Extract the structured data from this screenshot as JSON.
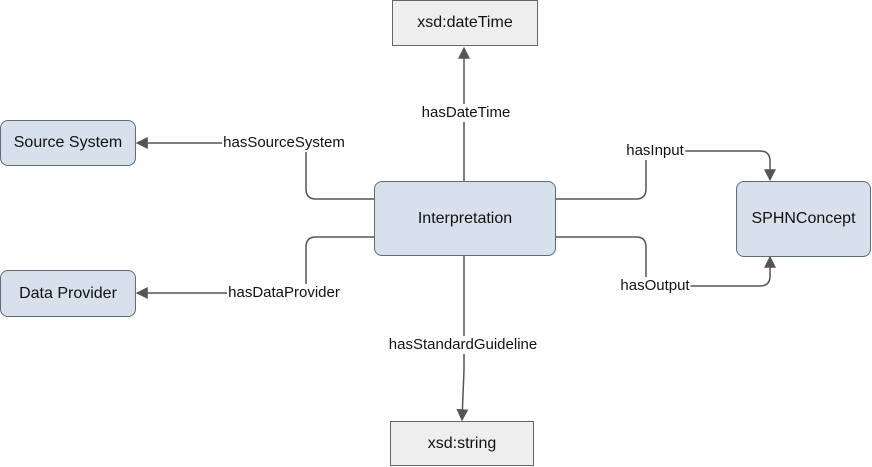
{
  "nodes": {
    "interpretation": "Interpretation",
    "source_system": "Source System",
    "data_provider": "Data Provider",
    "sphn_concept": "SPHNConcept",
    "xsd_datetime": "xsd:dateTime",
    "xsd_string": "xsd:string"
  },
  "edges": {
    "has_date_time": "hasDateTime",
    "has_source_system": "hasSourceSystem",
    "has_data_provider": "hasDataProvider",
    "has_input": "hasInput",
    "has_output": "hasOutput",
    "has_standard_guideline": "hasStandardGuideline"
  },
  "colors": {
    "class_fill": "#d6e1ec",
    "literal_fill": "#eeeeee",
    "edge": "#555555"
  }
}
